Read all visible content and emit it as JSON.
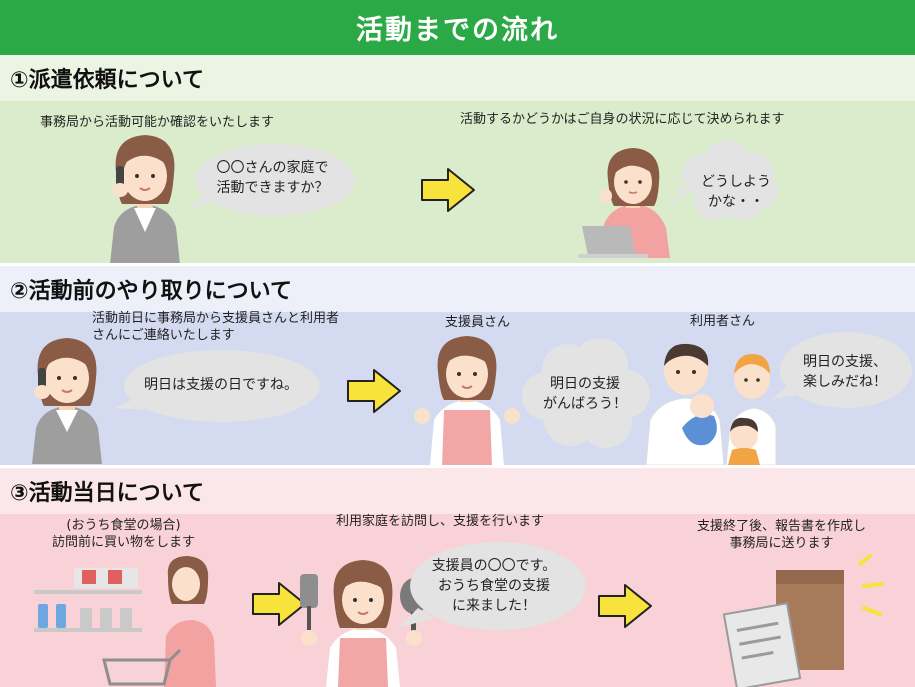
{
  "title": "活動までの流れ",
  "sections": [
    {
      "heading": "①派遣依頼について",
      "left_caption": "事務局から活動可能か確認をいたします",
      "left_bubble_line1": "〇〇さんの家庭で",
      "left_bubble_line2": "活動できますか？",
      "right_caption": "活動するかどうかはご自身の状況に応じて決められます",
      "right_bubble_line1": "どうしよう",
      "right_bubble_line2": "かな・・"
    },
    {
      "heading": "②活動前のやり取りについて",
      "left_caption_line1": "活動前日に事務局から支援員さんと利用者",
      "left_caption_line2": "さんにご連絡いたします",
      "left_bubble": "明日は支援の日ですね。",
      "mid_caption": "支援員さん",
      "mid_bubble_line1": "明日の支援",
      "mid_bubble_line2": "がんばろう！",
      "right_caption": "利用者さん",
      "right_bubble_line1": "明日の支援、",
      "right_bubble_line2": "楽しみだね！"
    },
    {
      "heading": "③活動当日について",
      "left_caption_line1": "(おうち食堂の場合)",
      "left_caption_line2": "訪問前に買い物をします",
      "mid_caption": "利用家庭を訪問し、支援を行います",
      "mid_bubble_line1": "支援員の〇〇です。",
      "mid_bubble_line2": "おうち食堂の支援",
      "mid_bubble_line3": "に来ました！",
      "right_caption_line1": "支援終了後、報告書を作成し",
      "right_caption_line2": "事務局に送ります"
    }
  ],
  "colors": {
    "title_bar": "#2aa946",
    "section1": "#dbeccc",
    "section2": "#d4dbf1",
    "section3": "#f8d2d6",
    "arrow": "#f7e33b",
    "bubble": "#e3e3e3"
  }
}
